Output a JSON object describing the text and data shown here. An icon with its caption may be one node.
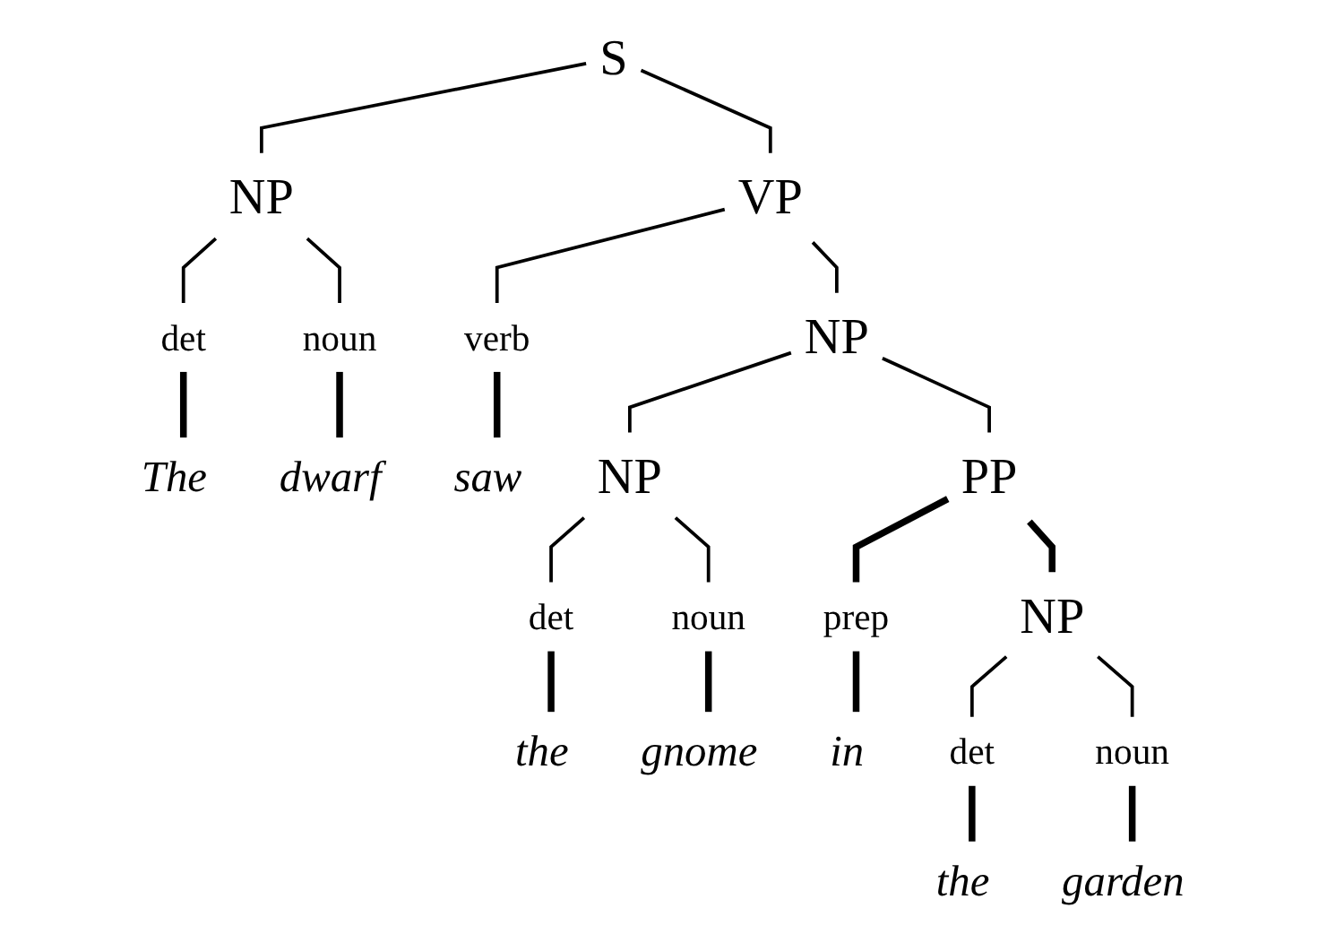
{
  "diagram": {
    "nodes": [
      {
        "text": [
          "S"
        ]
      },
      {
        "text": [
          "NP"
        ]
      },
      {
        "text": [
          "VP"
        ]
      },
      {
        "text": [
          "det"
        ]
      },
      {
        "text": [
          "noun"
        ]
      },
      {
        "text": [
          "verb"
        ]
      },
      {
        "text": [
          "NP"
        ]
      },
      {
        "text": [
          "NP"
        ]
      },
      {
        "text": [
          "PP"
        ]
      },
      {
        "text": [
          "det"
        ]
      },
      {
        "text": [
          "noun"
        ]
      },
      {
        "text": [
          "prep"
        ]
      },
      {
        "text": [
          "NP"
        ]
      },
      {
        "text": [
          "det"
        ]
      },
      {
        "text": [
          "noun"
        ]
      },
      {
        "text": [
          "The"
        ]
      },
      {
        "text": [
          "dwarf"
        ]
      },
      {
        "text": [
          "saw"
        ]
      },
      {
        "text": [
          "the"
        ]
      },
      {
        "text": [
          "gnome"
        ]
      },
      {
        "text": [
          "in"
        ]
      },
      {
        "text": [
          "the"
        ]
      },
      {
        "text": [
          "garden"
        ]
      }
    ],
    "edges": [
      {
        "from": 0,
        "to": 1,
        "arrow": "none"
      },
      {
        "from": 0,
        "to": 2,
        "arrow": "none"
      },
      {
        "from": 1,
        "to": 3,
        "arrow": "none"
      },
      {
        "from": 1,
        "to": 4,
        "arrow": "none"
      },
      {
        "from": 2,
        "to": 5,
        "arrow": "none"
      },
      {
        "from": 2,
        "to": 6,
        "arrow": "none"
      },
      {
        "from": 6,
        "to": 7,
        "arrow": "none"
      },
      {
        "from": 6,
        "to": 8,
        "arrow": "none"
      },
      {
        "from": 7,
        "to": 9,
        "arrow": "none"
      },
      {
        "from": 7,
        "to": 10,
        "arrow": "none"
      },
      {
        "from": 8,
        "to": 11,
        "arrow": "none",
        "style": "thick"
      },
      {
        "from": 8,
        "to": 12,
        "arrow": "none",
        "style": "thick"
      },
      {
        "from": 12,
        "to": 13,
        "arrow": "none"
      },
      {
        "from": 12,
        "to": 14,
        "arrow": "none"
      },
      {
        "from": 3,
        "to": 15,
        "arrow": "none",
        "style": "thick"
      },
      {
        "from": 4,
        "to": 16,
        "arrow": "none",
        "style": "thick"
      },
      {
        "from": 5,
        "to": 17,
        "arrow": "none",
        "style": "thick"
      },
      {
        "from": 9,
        "to": 18,
        "arrow": "none",
        "style": "thick"
      },
      {
        "from": 10,
        "to": 19,
        "arrow": "none",
        "style": "thick"
      },
      {
        "from": 11,
        "to": 20,
        "arrow": "none",
        "style": "thick"
      },
      {
        "from": 13,
        "to": 21,
        "arrow": "none",
        "style": "thick"
      },
      {
        "from": 14,
        "to": 22,
        "arrow": "none",
        "style": "thick"
      }
    ]
  }
}
